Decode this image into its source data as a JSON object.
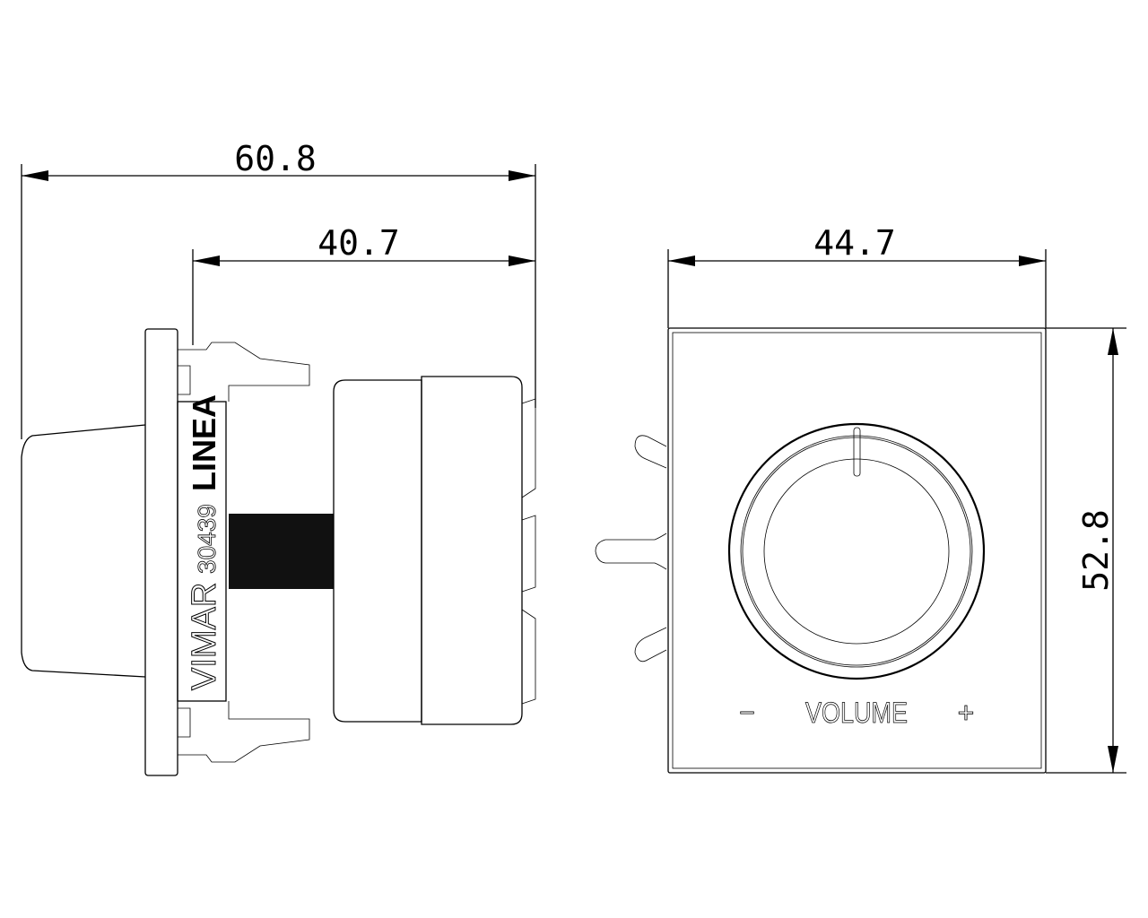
{
  "dimensions": {
    "overall_depth": "60.8",
    "body_depth": "40.7",
    "width": "44.7",
    "height": "52.8"
  },
  "side_view": {
    "series_label": "LINEA",
    "article_code": "30439",
    "brand": "VIMAR"
  },
  "front_view": {
    "knob_label": "VOLUME",
    "minus_symbol": "−",
    "plus_symbol": "+"
  }
}
